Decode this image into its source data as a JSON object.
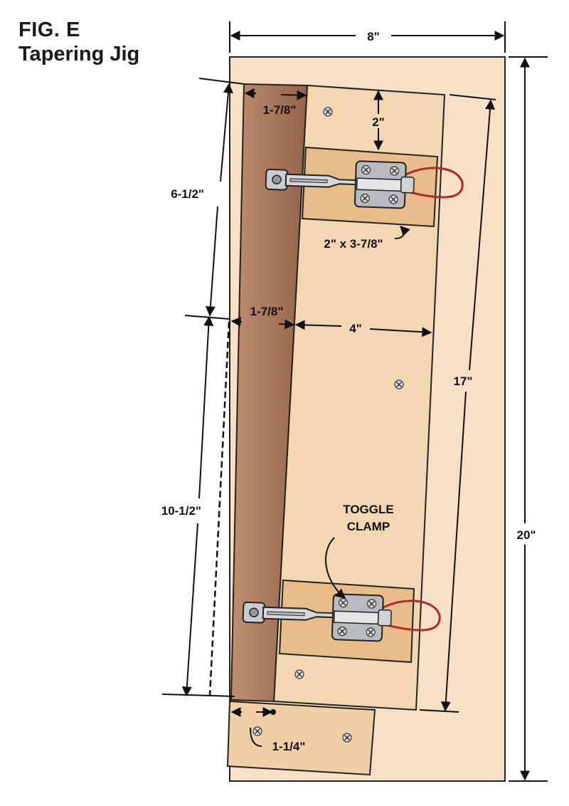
{
  "figure": {
    "label": "FIG. E",
    "title": "Tapering Jig"
  },
  "dimensions": {
    "base_width": "8\"",
    "base_length": "20\"",
    "fence_width_top": "1-7/8\"",
    "fence_width_mid": "1-7/8\"",
    "pad_offset": "2\"",
    "pad_size": "2\" x 3-7/8\"",
    "upper_length": "6-1/2\"",
    "lower_length": "10-1/2\"",
    "carrier_width": "4\"",
    "carrier_length": "17\"",
    "stop_offset": "1-1/4\""
  },
  "callouts": {
    "toggle_clamp_line1": "TOGGLE",
    "toggle_clamp_line2": "CLAMP"
  },
  "colors": {
    "base": "#f8e0c6",
    "carrier": "#f3d6b2",
    "pad": "#e8bd8a",
    "fence": "#a9775a",
    "handle": "#b3262a"
  }
}
